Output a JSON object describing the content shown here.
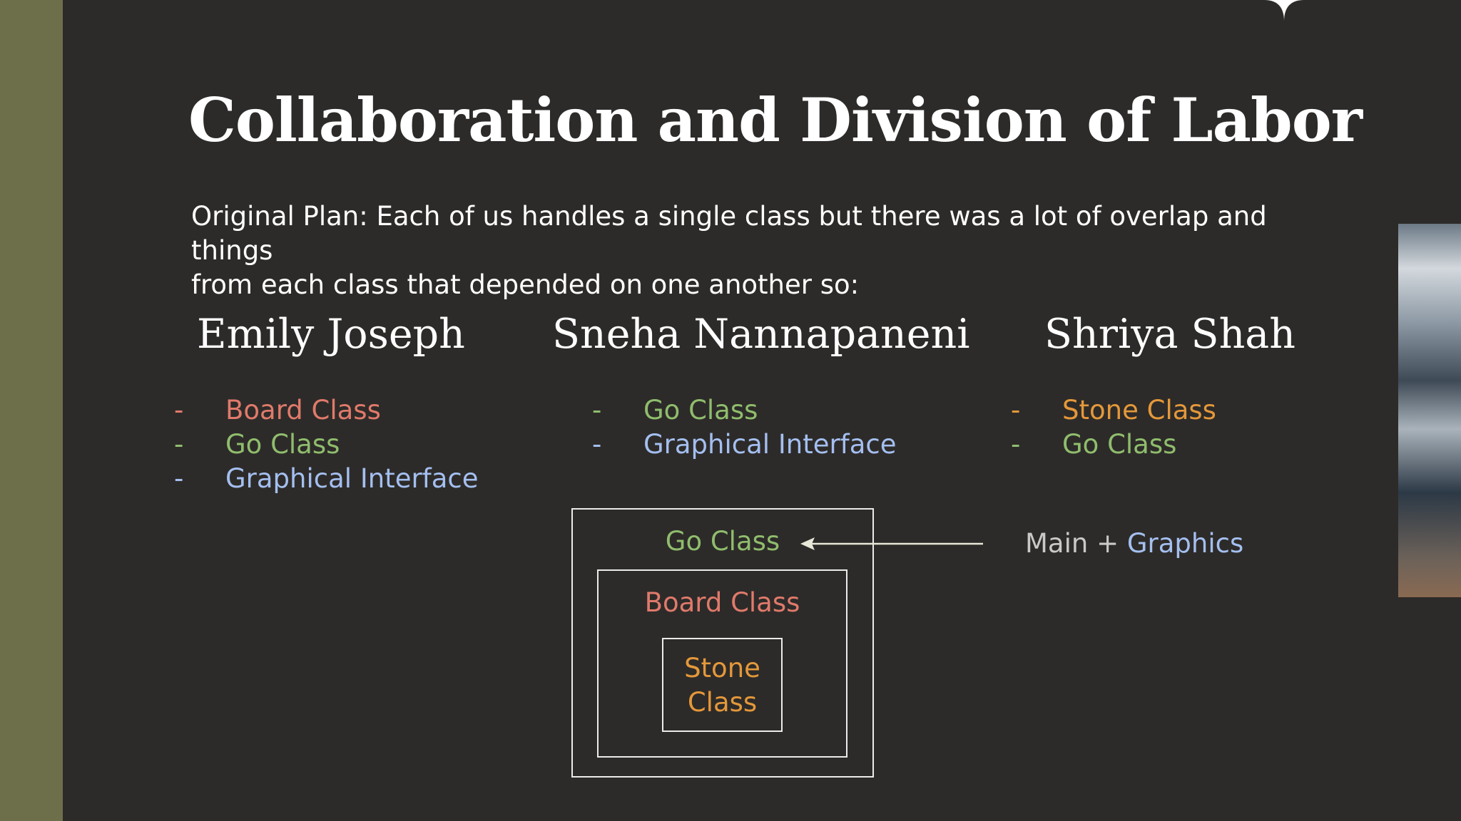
{
  "slide": {
    "title": "Collaboration and Division of Labor",
    "intro_line1": "Original Plan: Each of us handles a single class but there was a lot of overlap and things",
    "intro_line2": "from each class that depended on one another so:"
  },
  "people": [
    {
      "name": "Emily Joseph",
      "tasks": [
        {
          "dash": "-",
          "label": "Board Class",
          "color": "#e07a6b"
        },
        {
          "dash": "-",
          "label": "Go Class",
          "color": "#8fbd6d"
        },
        {
          "dash": "-",
          "label": "Graphical Interface",
          "color": "#a4bff0"
        }
      ]
    },
    {
      "name": "Sneha Nannapaneni",
      "tasks": [
        {
          "dash": "-",
          "label": "Go Class",
          "color": "#8fbd6d"
        },
        {
          "dash": "-",
          "label": "Graphical Interface",
          "color": "#a4bff0"
        }
      ]
    },
    {
      "name": "Shriya Shah",
      "tasks": [
        {
          "dash": "-",
          "label": "Stone Class",
          "color": "#e4983a"
        },
        {
          "dash": "-",
          "label": "Go Class",
          "color": "#8fbd6d"
        }
      ]
    }
  ],
  "diagram": {
    "outer_label": "Go Class",
    "middle_label": "Board Class",
    "inner_label_line1": "Stone",
    "inner_label_line2": "Class",
    "arrow_icon": "left-arrow-icon",
    "main_text": "Main",
    "plus": " + ",
    "graphics_text": "Graphics"
  },
  "colors": {
    "background": "#2d2b29",
    "left_band": "#6d6f4b",
    "board": "#e07a6b",
    "go": "#8fbd6d",
    "gui": "#a4bff0",
    "stone": "#e4983a"
  }
}
